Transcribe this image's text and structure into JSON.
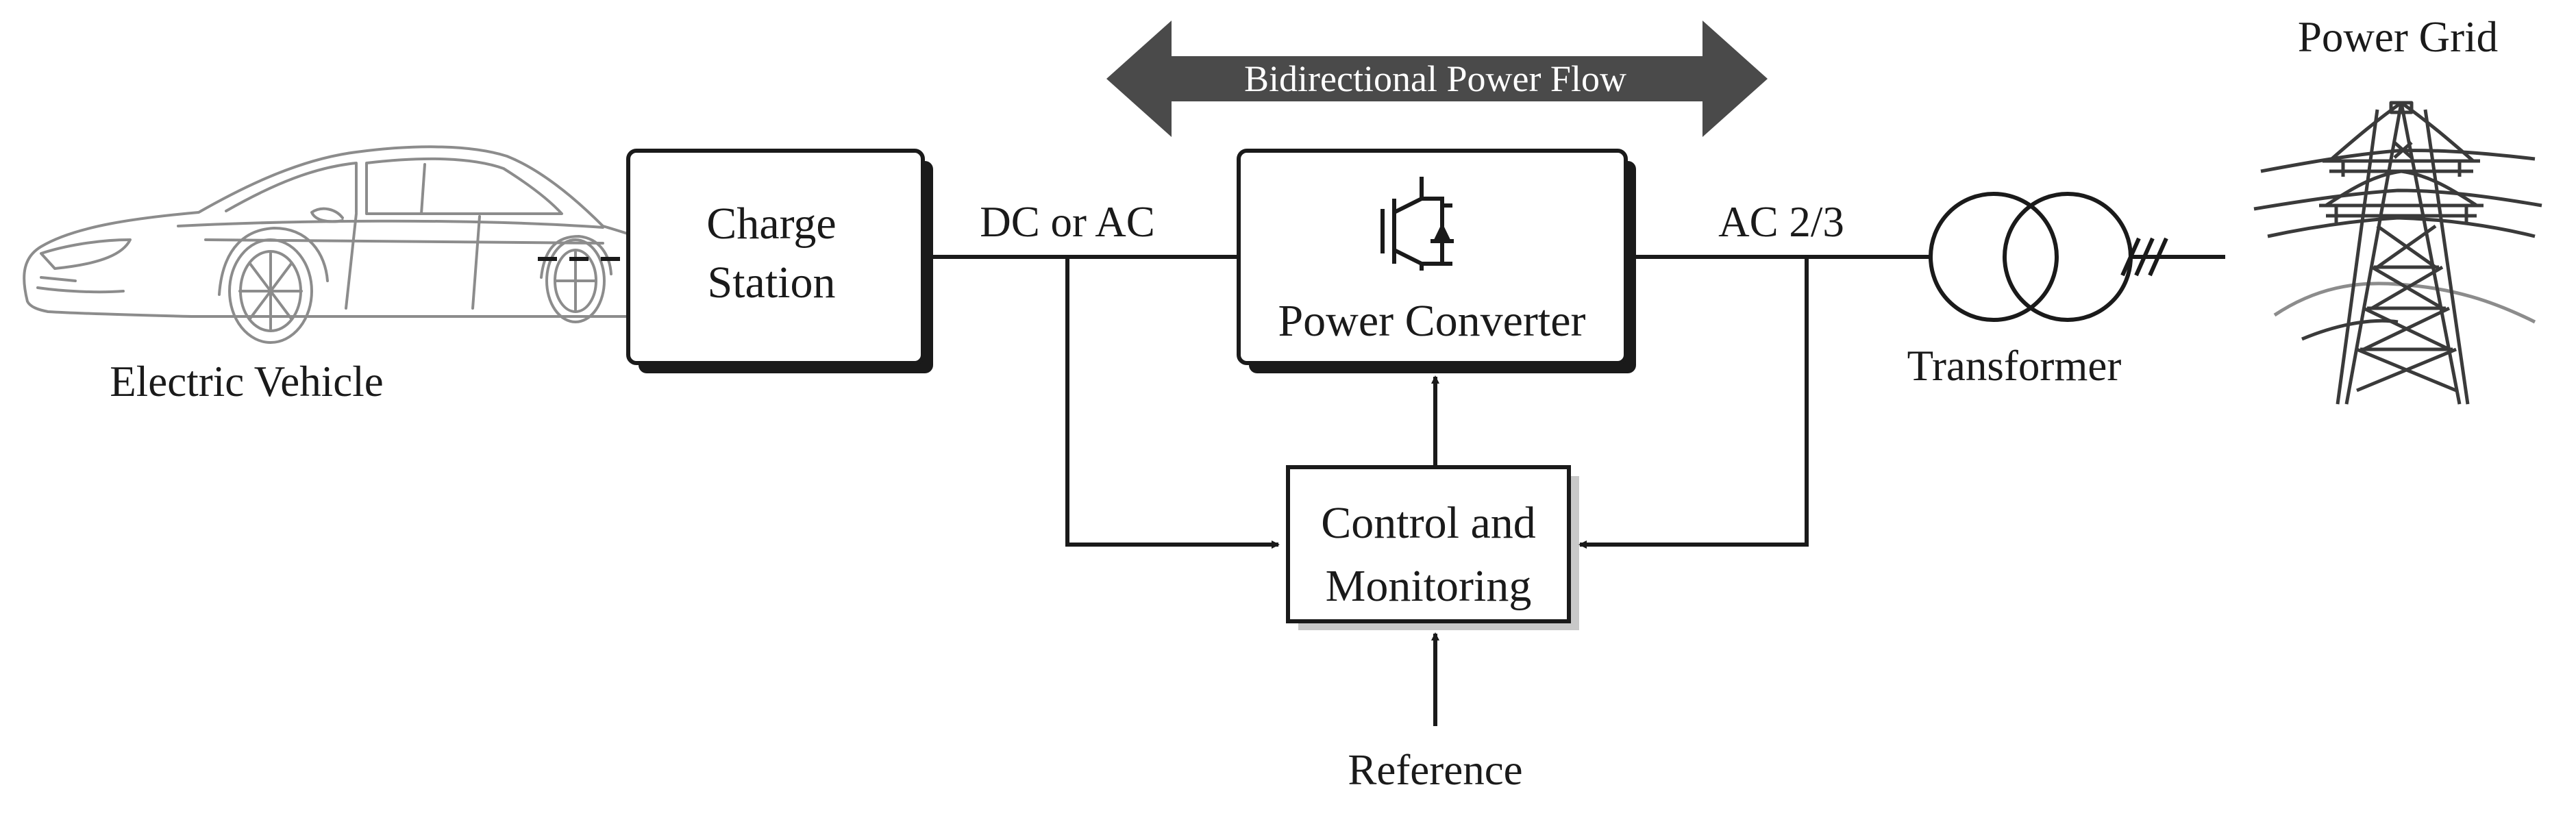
{
  "labels": {
    "electric_vehicle": "Electric Vehicle",
    "charge_station_line1": "Charge",
    "charge_station_line2": "Station",
    "dc_or_ac": "DC or AC",
    "power_converter": "Power Converter",
    "ac_phase": "AC 2/3",
    "transformer": "Transformer",
    "power_grid": "Power Grid",
    "control_line1": "Control and",
    "control_line2": "Monitoring",
    "reference": "Reference",
    "bidirectional_flow": "Bidirectional Power Flow"
  },
  "colors": {
    "line": "#1a1a1a",
    "box_shadow": "#1a1a1a",
    "flow_arrow": "#4a4a4a",
    "flow_text": "#ffffff",
    "sketch": "#8c8c8c"
  },
  "icons": {
    "vehicle": "electric-car-sketch",
    "converter": "igbt-diode-symbol",
    "transformer": "two-winding-transformer-symbol",
    "grid": "transmission-tower-sketch"
  }
}
